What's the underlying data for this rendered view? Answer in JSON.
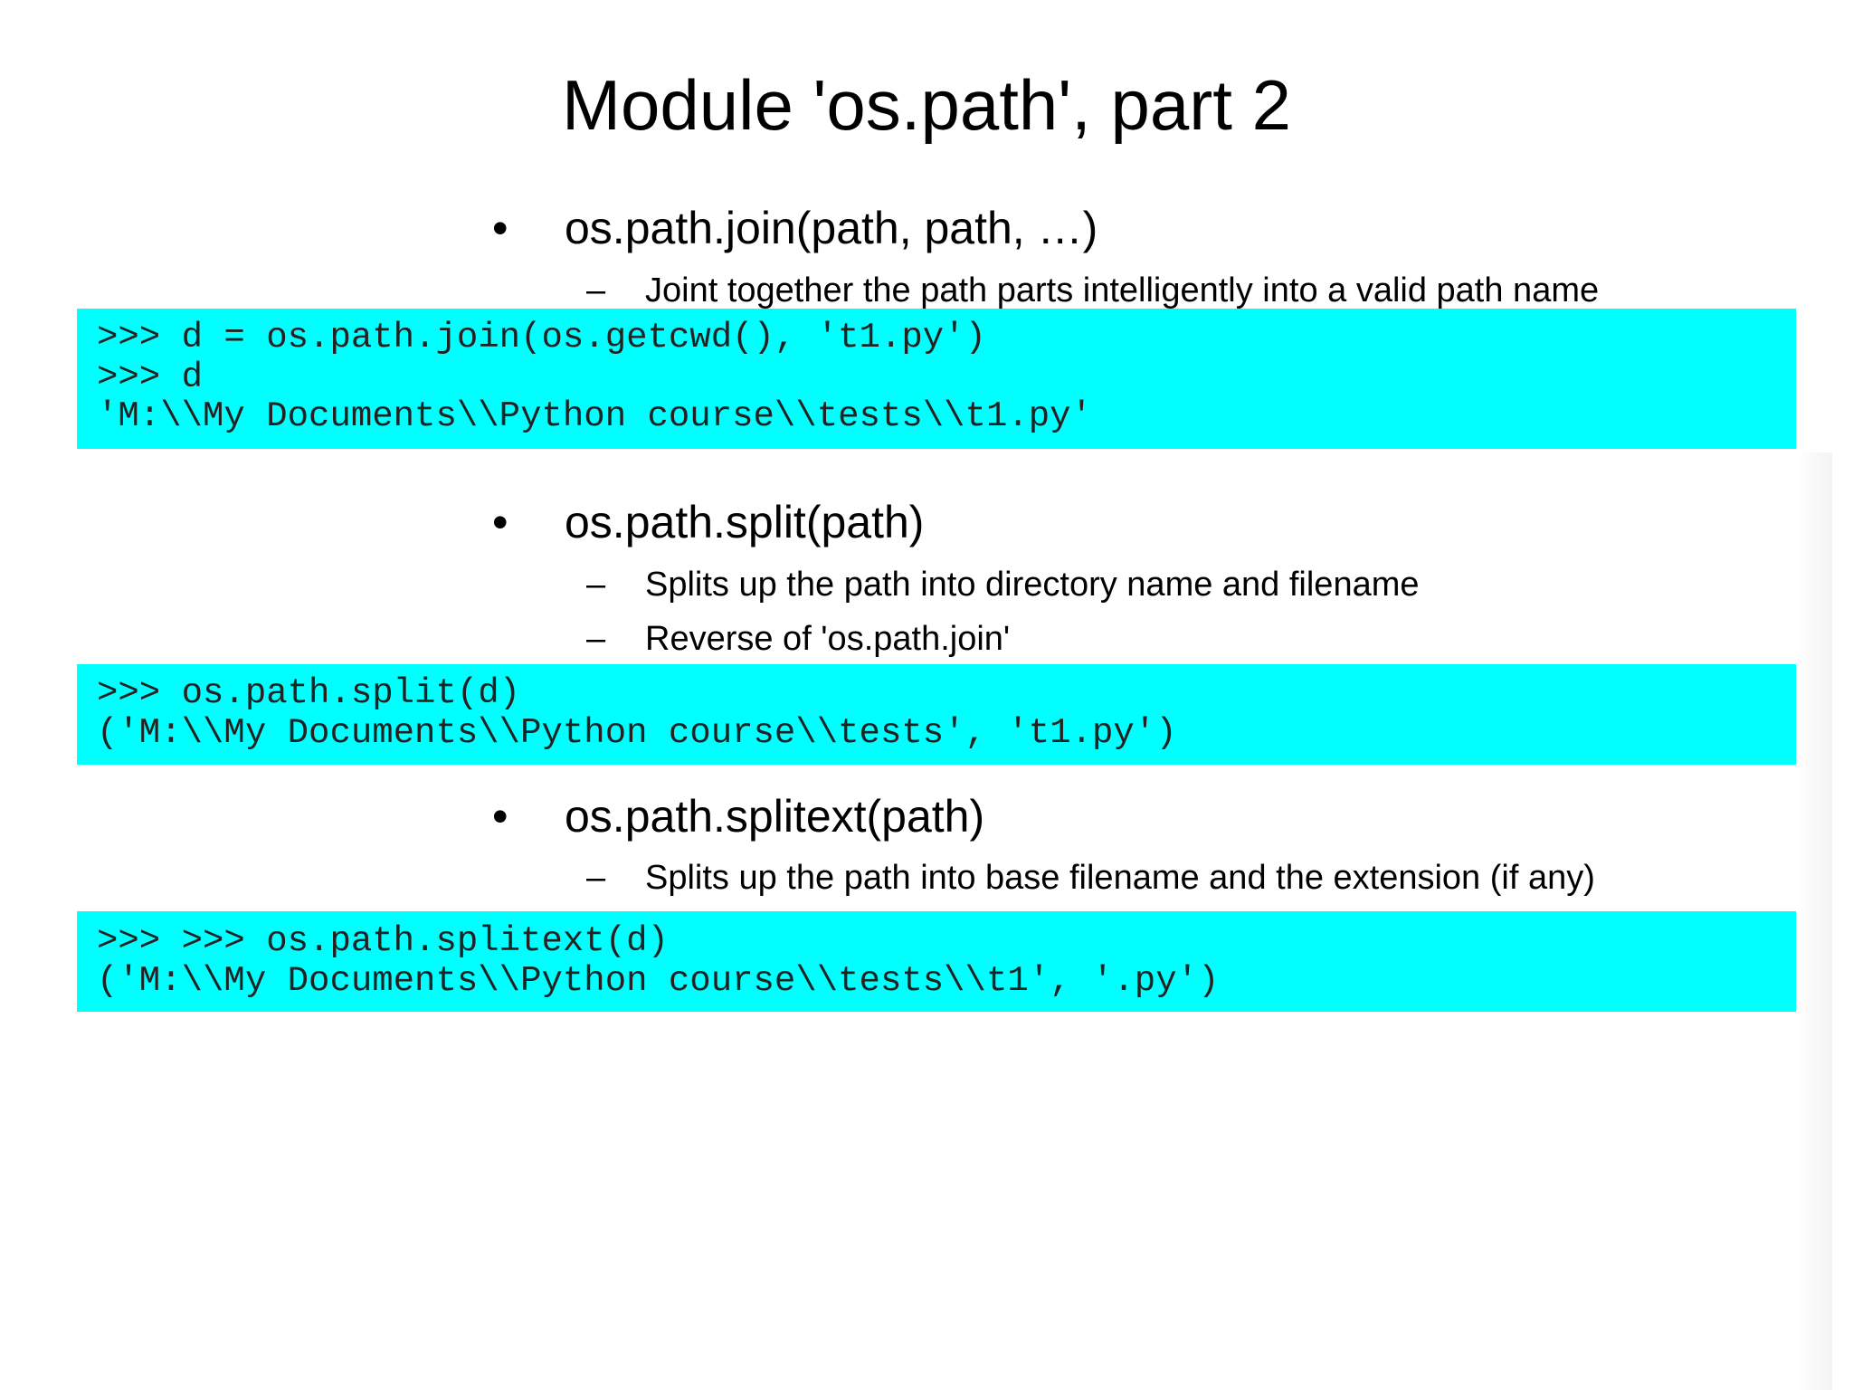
{
  "slide": {
    "title": "Module 'os.path', part 2",
    "sections": [
      {
        "bullet": "•",
        "heading": "os.path.join(path, path, …)",
        "subitems": [
          {
            "dash": "–",
            "text": "Joint together the path parts intelligently into a valid path name"
          }
        ],
        "code": [
          ">>> d = os.path.join(os.getcwd(), 't1.py')",
          ">>> d",
          "'M:\\\\My Documents\\\\Python course\\\\tests\\\\t1.py'"
        ]
      },
      {
        "bullet": "•",
        "heading": "os.path.split(path)",
        "subitems": [
          {
            "dash": "–",
            "text": "Splits up the path into directory name and filename"
          },
          {
            "dash": "–",
            "text": "Reverse of 'os.path.join'"
          }
        ],
        "code": [
          ">>> os.path.split(d)",
          "('M:\\\\My Documents\\\\Python course\\\\tests', 't1.py')"
        ]
      },
      {
        "bullet": "•",
        "heading": "os.path.splitext(path)",
        "subitems": [
          {
            "dash": "–",
            "text": "Splits up the path into  base filename and the extension (if any)"
          }
        ],
        "code": [
          ">>> >>> os.path.splitext(d)",
          "('M:\\\\My Documents\\\\Python course\\\\tests\\\\t1', '.py')"
        ]
      }
    ],
    "colors": {
      "code_background": "#00ffff",
      "text": "#000000",
      "code_text": "#222222"
    }
  }
}
